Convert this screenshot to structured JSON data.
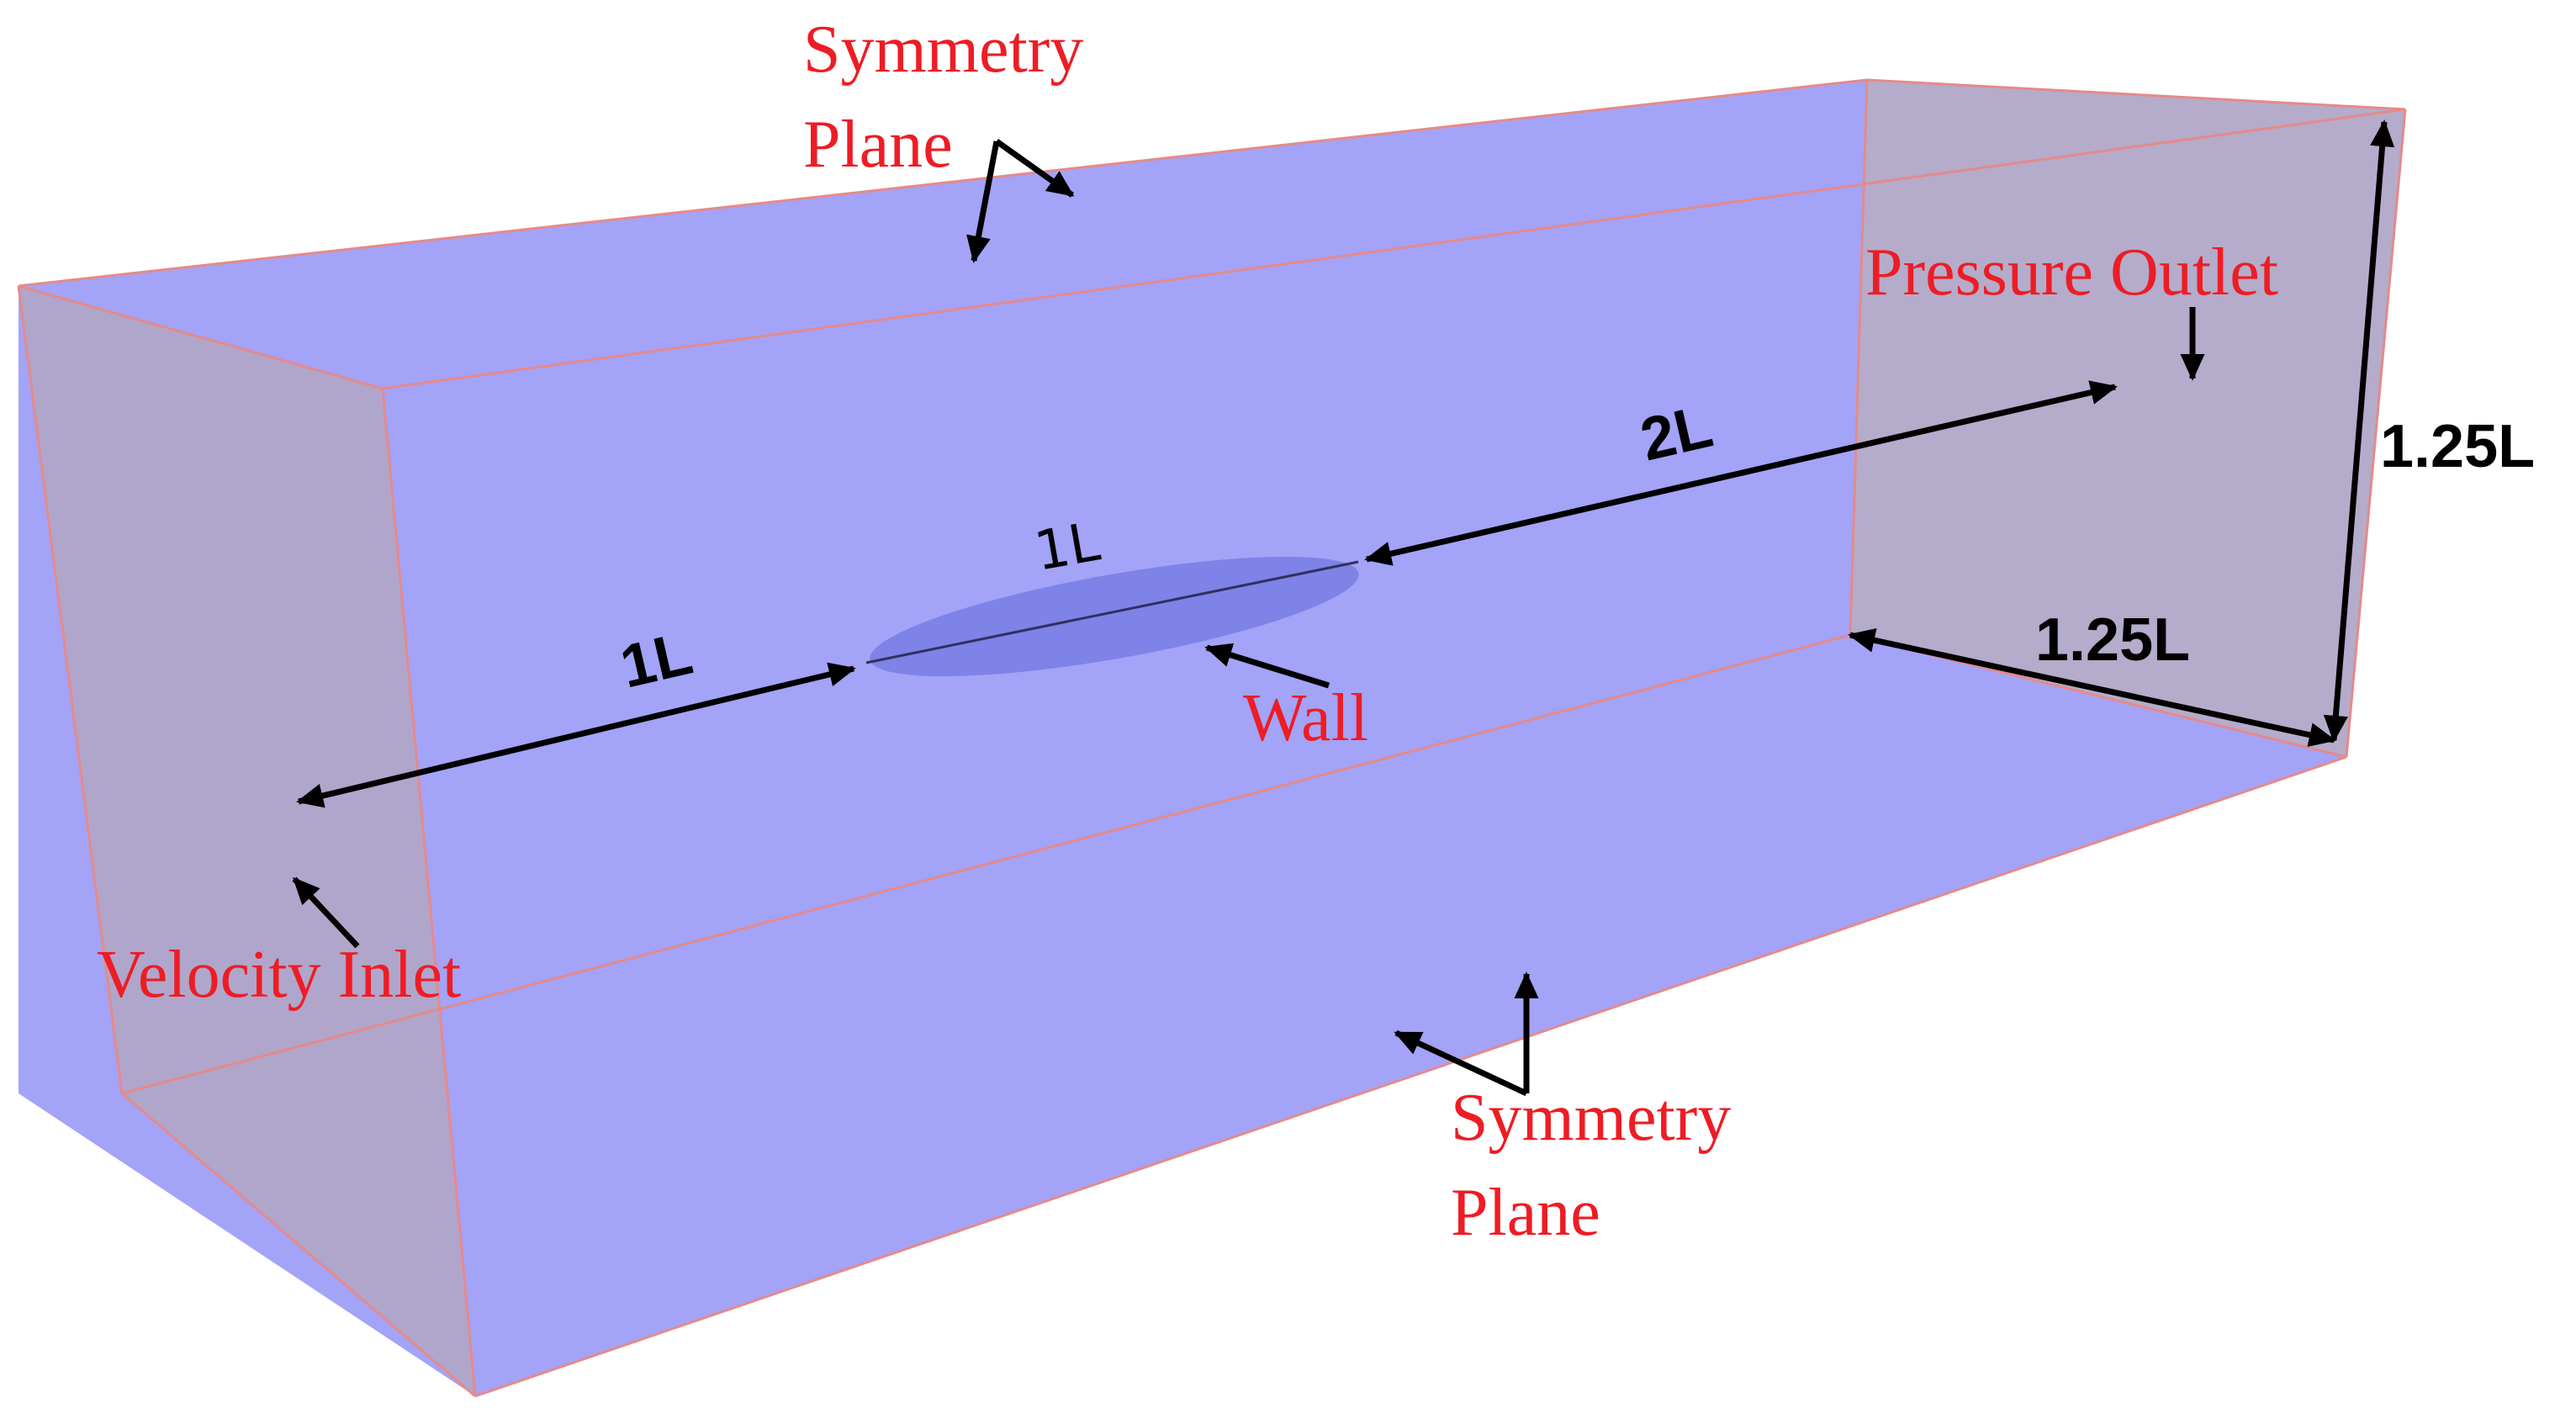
{
  "labels": {
    "symmetry_top_1": "Symmetry",
    "symmetry_top_2": "Plane",
    "pressure_outlet": "Pressure Outlet",
    "wall": "Wall",
    "velocity_inlet": "Velocity Inlet",
    "symmetry_bottom_1": "Symmetry",
    "symmetry_bottom_2": "Plane"
  },
  "dimensions": {
    "upstream": "1L",
    "body_length": "1L",
    "downstream": "2L",
    "width": "1.25L",
    "height": "1.25L"
  },
  "colors": {
    "domain_fill": "#a3a3f8",
    "inlet_face": "#b1a6c8",
    "outlet_face": "#b5adc7",
    "edge": "#e58a8a",
    "body_fill": "#7f82e6",
    "label_red": "#ee1c24",
    "arrow": "#000000"
  }
}
